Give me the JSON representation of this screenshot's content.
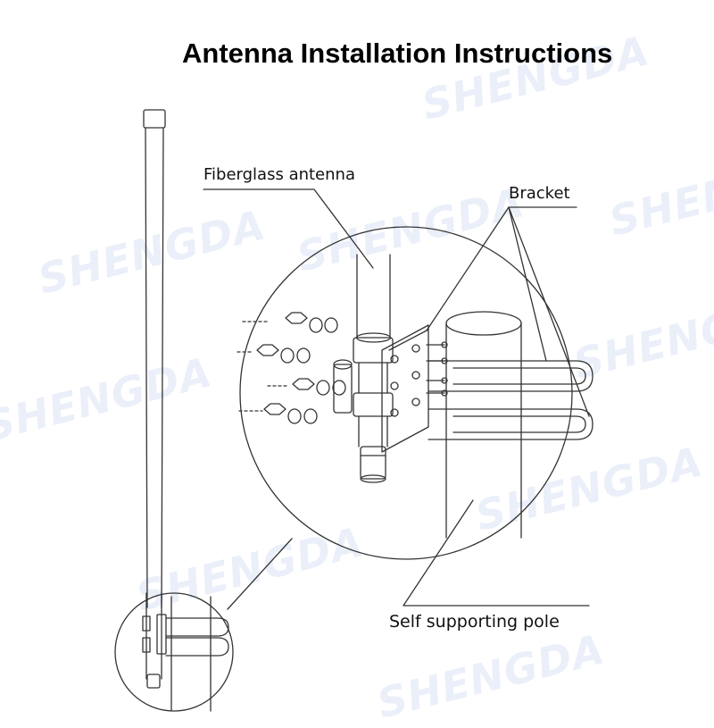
{
  "title": "Antenna Installation Instructions",
  "labels": {
    "fiberglass_antenna": "Fiberglass antenna",
    "bracket": "Bracket",
    "pole": "Self supporting pole"
  },
  "watermark": {
    "brand": "SHENGDA",
    "color": "#3c6ec8"
  },
  "colors": {
    "line": "#333333",
    "background": "#ffffff"
  }
}
